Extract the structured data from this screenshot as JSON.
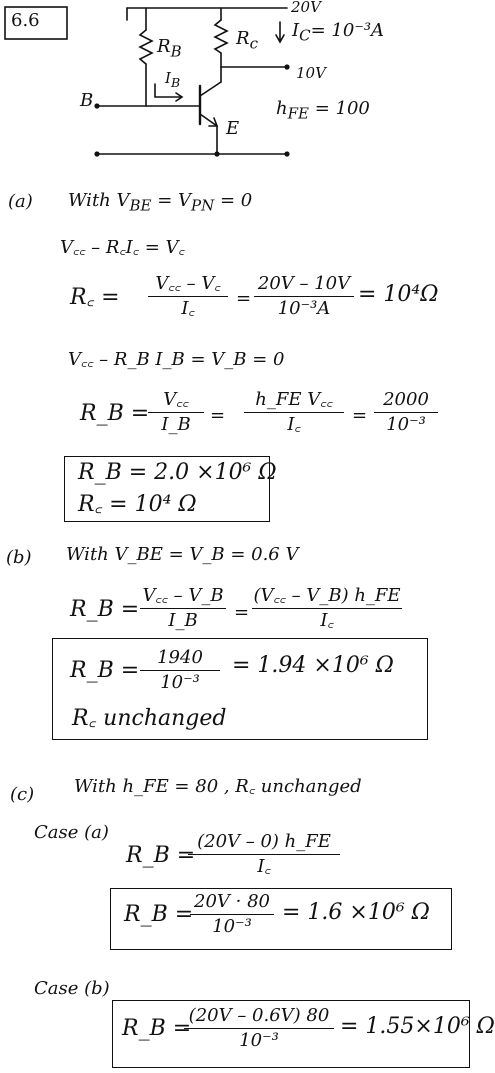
{
  "problem_number": "6.6",
  "circuit": {
    "supply": "20V",
    "ic_label": "I",
    "ic_sub": "C",
    "ic_value": "= 10⁻³A",
    "rb_label": "R",
    "rb_sub": "B",
    "rc_label": "R",
    "rc_sub": "c",
    "ib_label": "I",
    "ib_sub": "B",
    "collector_voltage": "10V",
    "base_label": "B",
    "emitter_label": "E",
    "hfe": "h",
    "hfe_sub": "FE",
    "hfe_value": "= 100"
  },
  "part_a": {
    "label": "(a)",
    "condition": "With  V",
    "condition_sub": "BE",
    "condition_rest": "= V",
    "condition_sub2": "PN",
    "condition_end": "= 0",
    "eq1": "V꜀꜀ – R꜀I꜀ = V꜀",
    "eq2_lhs": "R꜀ =",
    "eq2_num": "V꜀꜀ – V꜀",
    "eq2_den": "I꜀",
    "eq2_eq": "=",
    "eq2_num2": "20V – 10V",
    "eq2_den2": "10⁻³A",
    "eq2_result": "= 10⁴Ω",
    "eq3": "V꜀꜀ – R_B I_B = V_B = 0",
    "eq4_lhs": "R_B =",
    "eq4_num": "V꜀꜀",
    "eq4_den": "I_B",
    "eq4_eq": "=",
    "eq4_num2": "h_FE  V꜀꜀",
    "eq4_den2": "I꜀",
    "eq4_eq2": "=",
    "eq4_num3": "2000",
    "eq4_den3": "10⁻³",
    "box_rb": "R_B =  2.0 ×10⁶ Ω",
    "box_rc": "R꜀ =  10⁴ Ω"
  },
  "part_b": {
    "label": "(b)",
    "condition": "With   V_BE = V_B = 0.6 V",
    "eq1_lhs": "R_B =",
    "eq1_num": "V꜀꜀ – V_B",
    "eq1_den": "I_B",
    "eq1_eq": "=",
    "eq1_num2": "(V꜀꜀ – V_B) h_FE",
    "eq1_den2": "I꜀",
    "box_lhs": "R_B =",
    "box_num": "1940",
    "box_den": "10⁻³",
    "box_result": "=   1.94 ×10⁶ Ω",
    "box_rc": "R꜀   unchanged"
  },
  "part_c": {
    "label": "(c)",
    "condition": "With  h_FE = 80 ,  R꜀  unchanged",
    "case_a_label": "Case (a)",
    "case_a_lhs": "R_B =",
    "case_a_num": "(20V – 0) h_FE",
    "case_a_den": "I꜀",
    "case_a_box_lhs": "R_B =",
    "case_a_box_num": "20V · 80",
    "case_a_box_den": "10⁻³",
    "case_a_box_result": "=    1.6 ×10⁶ Ω",
    "case_b_label": "Case (b)",
    "case_b_lhs": "R_B =",
    "case_b_num": "(20V – 0.6V) 80",
    "case_b_den": "10⁻³",
    "case_b_result": "= 1.55×10⁶ Ω"
  }
}
